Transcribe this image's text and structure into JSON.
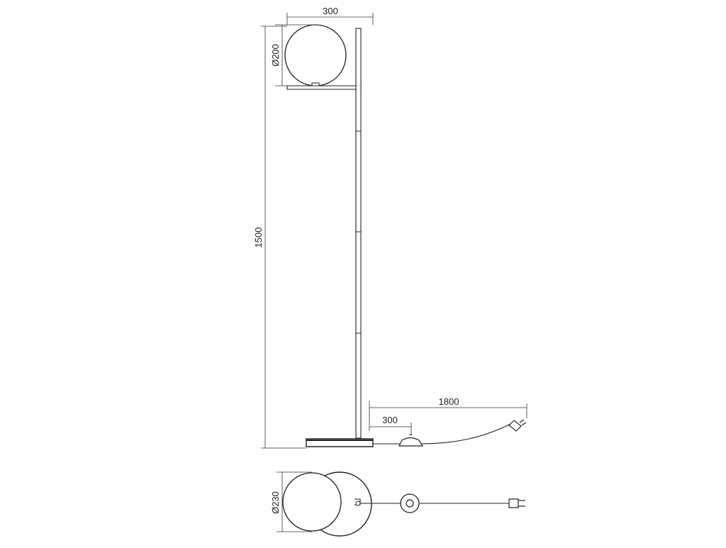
{
  "dimensions": {
    "arm_width": "300",
    "globe_diameter": "Ø200",
    "total_height": "1500",
    "cable_length": "1800",
    "switch_distance": "300",
    "base_diameter": "Ø230"
  }
}
